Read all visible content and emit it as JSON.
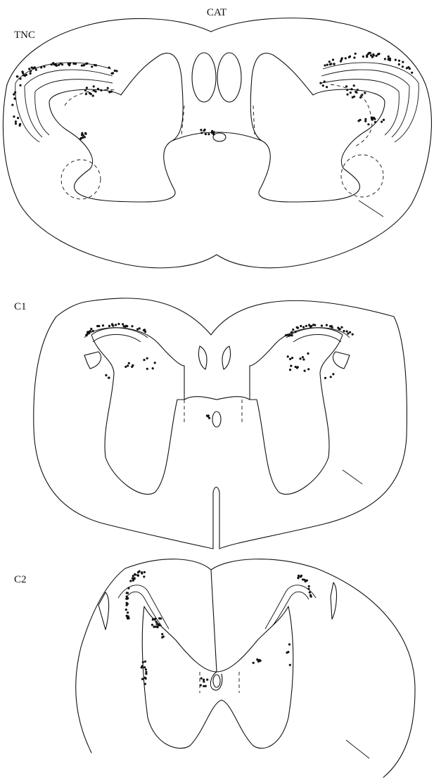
{
  "figure": {
    "title": "CAT",
    "sections": [
      {
        "id": "tnc",
        "label": "TNC"
      },
      {
        "id": "c1",
        "label": "C1"
      },
      {
        "id": "c2",
        "label": "C2"
      }
    ]
  },
  "colors": {
    "ink": "#111111",
    "background": "#ffffff"
  }
}
